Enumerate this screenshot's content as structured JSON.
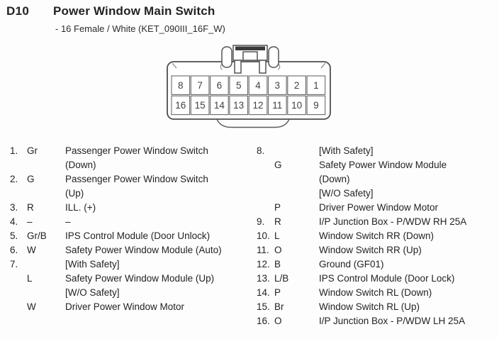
{
  "header": {
    "connector_id": "D10",
    "title": "Power Window Main Switch",
    "subtitle": "- 16 Female / White (KET_090III_16F_W)"
  },
  "connector": {
    "top_row": [
      "8",
      "7",
      "6",
      "5",
      "4",
      "3",
      "2",
      "1"
    ],
    "bottom_row": [
      "16",
      "15",
      "14",
      "13",
      "12",
      "11",
      "10",
      "9"
    ]
  },
  "pins": {
    "left": [
      {
        "num": "1.",
        "color": "Gr",
        "lines": [
          "Passenger Power Window Switch",
          "(Down)"
        ]
      },
      {
        "num": "2.",
        "color": "G",
        "lines": [
          "Passenger Power Window Switch",
          "(Up)"
        ]
      },
      {
        "num": "3.",
        "color": "R",
        "lines": [
          "ILL. (+)"
        ]
      },
      {
        "num": "4.",
        "color": "–",
        "lines": [
          "–"
        ]
      },
      {
        "num": "5.",
        "color": "Gr/B",
        "lines": [
          "IPS Control Module (Door Unlock)"
        ]
      },
      {
        "num": "6.",
        "color": "W",
        "lines": [
          "Safety Power Window Module (Auto)"
        ]
      },
      {
        "num": "7.",
        "color": "",
        "lines": [
          "[With Safety]"
        ]
      },
      {
        "num": "",
        "color": "L",
        "lines": [
          "Safety Power Window Module (Up)",
          "[W/O Safety]"
        ]
      },
      {
        "num": "",
        "color": "W",
        "lines": [
          "Driver Power Window Motor"
        ]
      }
    ],
    "right": [
      {
        "num": "8.",
        "color": "",
        "lines": [
          "[With Safety]"
        ]
      },
      {
        "num": "",
        "color": "G",
        "lines": [
          "Safety Power Window Module",
          "(Down)",
          "[W/O Safety]"
        ]
      },
      {
        "num": "",
        "color": "P",
        "lines": [
          "Driver Power Window Motor"
        ]
      },
      {
        "num": "9.",
        "color": "R",
        "lines": [
          "I/P Junction Box - P/WDW RH 25A"
        ]
      },
      {
        "num": "10.",
        "color": "L",
        "lines": [
          "Window Switch RR (Down)"
        ]
      },
      {
        "num": "11.",
        "color": "O",
        "lines": [
          "Window Switch RR (Up)"
        ]
      },
      {
        "num": "12.",
        "color": "B",
        "lines": [
          "Ground (GF01)"
        ]
      },
      {
        "num": "13.",
        "color": "L/B",
        "lines": [
          "IPS Control Module (Door Lock)"
        ]
      },
      {
        "num": "14.",
        "color": "P",
        "lines": [
          "Window Switch RL (Down)"
        ]
      },
      {
        "num": "15.",
        "color": "Br",
        "lines": [
          "Window Switch RL (Up)"
        ]
      },
      {
        "num": "16.",
        "color": "O",
        "lines": [
          "I/P Junction Box - P/WDW LH 25A"
        ]
      }
    ]
  },
  "colors": {
    "text": "#232323",
    "line": "#4e4e4e",
    "latch_fill": "#3a3a3a"
  }
}
